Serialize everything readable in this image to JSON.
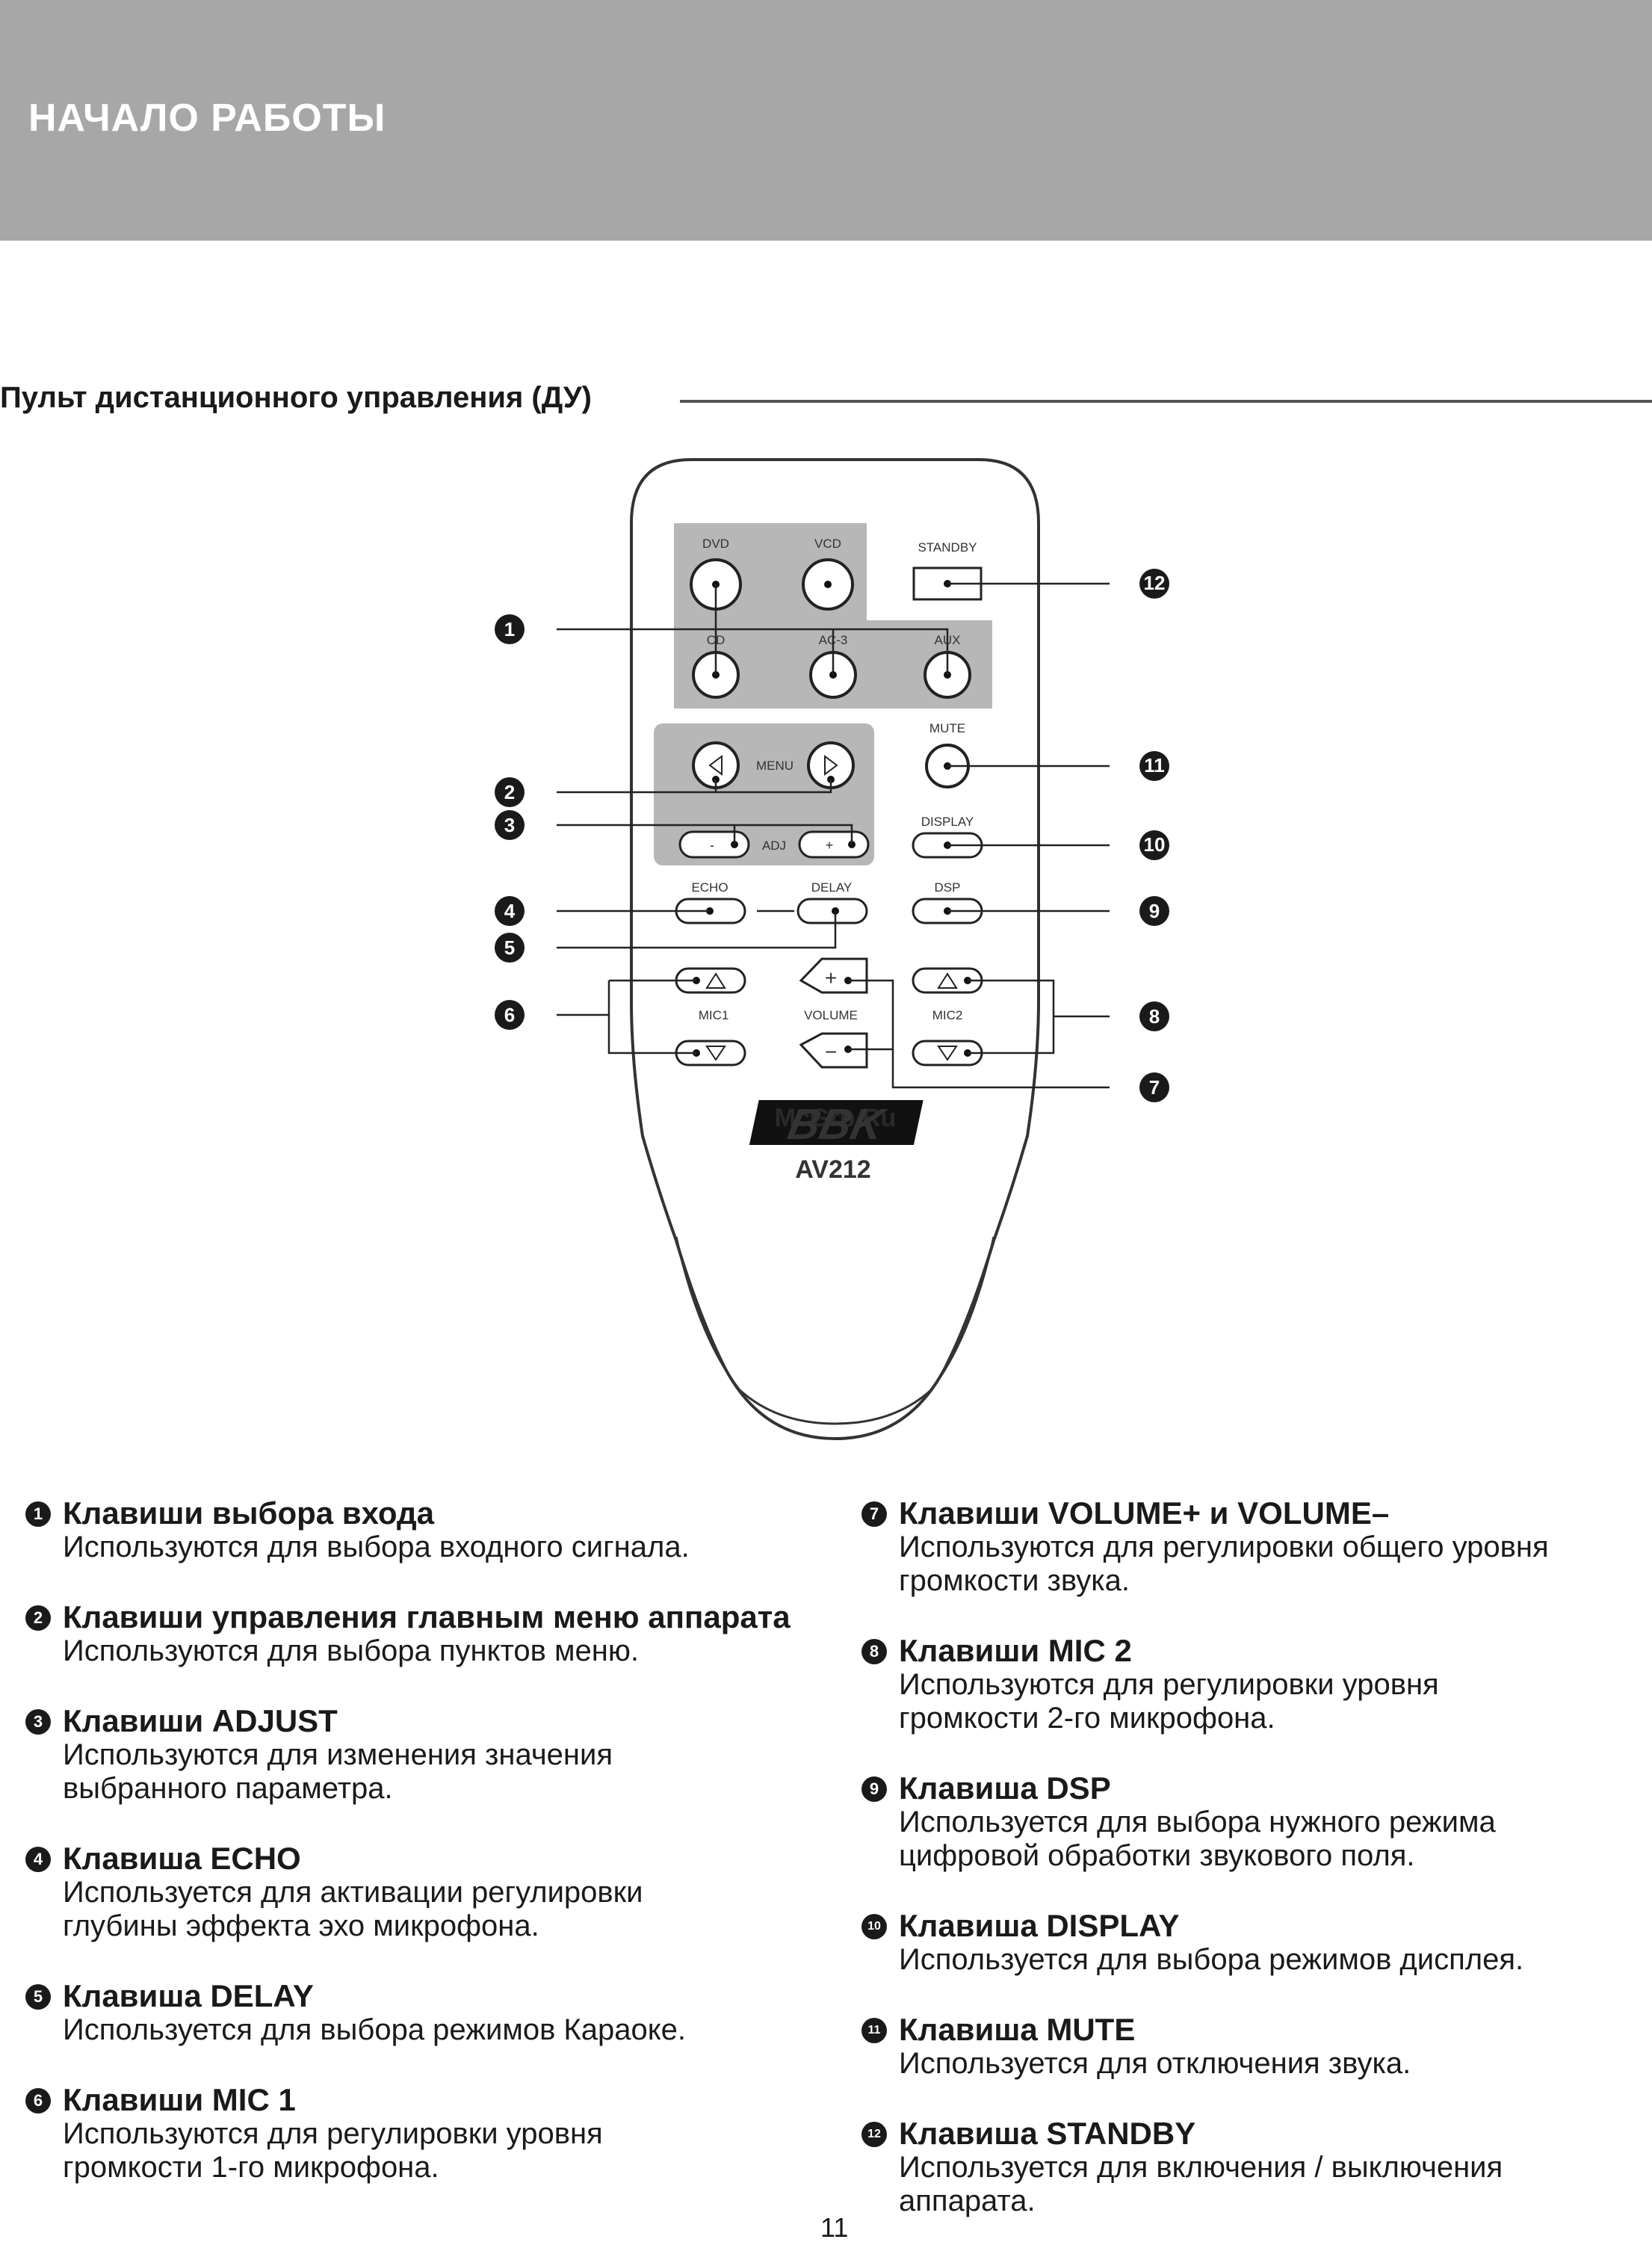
{
  "header": {
    "title": "НАЧАЛО РАБОТЫ"
  },
  "section": {
    "title": "Пульт дистанционного управления (ДУ)"
  },
  "remote": {
    "buttons": {
      "dvd": "DVD",
      "vcd": "VCD",
      "standby": "STANDBY",
      "cd": "CD",
      "ac3": "AC-3",
      "aux": "AUX",
      "menu": "MENU",
      "mute": "MUTE",
      "adj": "ADJ",
      "adj_minus": "-",
      "adj_plus": "+",
      "display": "DISPLAY",
      "echo": "ECHO",
      "delay": "DELAY",
      "dsp": "DSP",
      "mic1": "MIC1",
      "volume": "VOLUME",
      "mic2": "MIC2",
      "vol_plus": "+",
      "vol_minus": "−"
    },
    "brand_logo": "BBK",
    "watermark": "McGrp.Ru",
    "model": "AV212",
    "callouts": [
      "1",
      "2",
      "3",
      "4",
      "5",
      "6",
      "7",
      "8",
      "9",
      "10",
      "11",
      "12"
    ]
  },
  "descriptions": [
    {
      "num": "1",
      "title": "Клавиши выбора входа",
      "text": "Используются для выбора входного сигнала."
    },
    {
      "num": "2",
      "title": "Клавиши управления главным меню аппарата",
      "text": "Используются для выбора пунктов меню."
    },
    {
      "num": "3",
      "title": "Клавиши ADJUST",
      "text": "Используются для изменения значения выбранного параметра."
    },
    {
      "num": "4",
      "title": "Клавиша ECHO",
      "text": "Используется для активации регулировки глубины эффекта эхо микрофона."
    },
    {
      "num": "5",
      "title": "Клавиша DELAY",
      "text": "Используется для выбора режимов Караоке."
    },
    {
      "num": "6",
      "title": "Клавиши MIC 1",
      "text": "Используются для регулировки уровня громкости 1-го микрофона."
    },
    {
      "num": "7",
      "title": "Клавиши VOLUME+ и VOLUME–",
      "text": "Используются для регулировки общего уровня громкости звука."
    },
    {
      "num": "8",
      "title": "Клавиши MIC 2",
      "text": "Используются для регулировки уровня громкости 2-го микрофона."
    },
    {
      "num": "9",
      "title": "Клавиша DSP",
      "text": "Используется для выбора нужного режима цифровой обработки звукового поля."
    },
    {
      "num": "10",
      "title": "Клавиша DISPLAY",
      "text": "Используется для выбора режимов дисплея."
    },
    {
      "num": "11",
      "title": "Клавиша MUTE",
      "text": "Используется для отключения звука."
    },
    {
      "num": "12",
      "title": "Клавиша STANDBY",
      "text": "Используется для включения / выключения аппарата."
    }
  ],
  "page_number": "11"
}
